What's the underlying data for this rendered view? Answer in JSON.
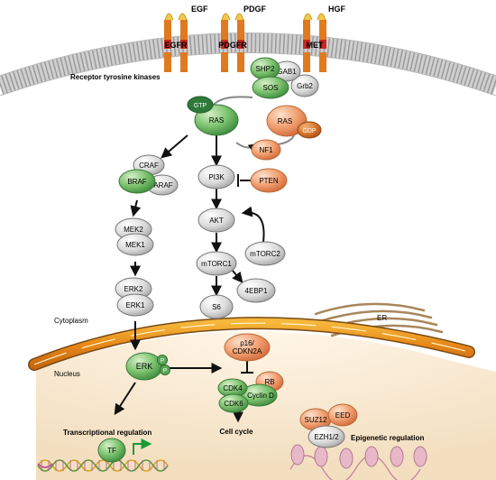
{
  "receptors": [
    {
      "id": "egf",
      "ligand": "EGF",
      "name": "EGFR"
    },
    {
      "id": "pdgf",
      "ligand": "PDGF",
      "name": "PDGFR"
    },
    {
      "id": "hgf",
      "ligand": "HGF",
      "name": "MET"
    }
  ],
  "labels": {
    "rtk": "Receptor tyrosine kinases",
    "cytoplasm": "Cytoplasm",
    "nucleus": "Nucleus",
    "er": "ER",
    "transcriptional": "Transcriptional regulation",
    "cell_cycle": "Cell cycle",
    "epigenetic": "Epigenetic regulation"
  },
  "nodes": {
    "shp2": "SHP2",
    "gab1": "GAB1",
    "sos": "SOS",
    "grb2": "Grb2",
    "gtp": "GTP",
    "ras_active": "RAS",
    "ras_inactive": "RAS",
    "gdp": "GDP",
    "nf1": "NF1",
    "craf": "CRAF",
    "braf": "BRAF",
    "araf": "ARAF",
    "mek2": "MEK2",
    "mek1": "MEK1",
    "erk2": "ERK2",
    "erk1": "ERK1",
    "pi3k": "PI3K",
    "pten": "PTEN",
    "akt": "AKT",
    "mtorc2": "mTORC2",
    "mtorc1": "mTORC1",
    "ebp1": "4EBP1",
    "s6": "S6",
    "erk_nuc": "ERK",
    "p1": "P",
    "p2": "P",
    "p16_l1": "p16/",
    "p16_l2": "CDKN2A",
    "rb": "RB",
    "cdk4": "CDK4",
    "cdk6": "CDK6",
    "cyclind": "Cyclin D",
    "tf": "TF",
    "suz12": "SUZ12",
    "eed": "EED",
    "ezh": "EZH1/2"
  },
  "colors": {
    "green": "#5aa85a",
    "orange": "#e88a55",
    "grey": "#d8d8d8",
    "receptor_orange": "#e07a1e",
    "receptor_red": "#c8281e",
    "ligand": "#f2c94c",
    "membrane": "#c9c9c9",
    "nuclear_membrane": "#e89a1e",
    "nucleus_bg": "#f6e7cf"
  }
}
